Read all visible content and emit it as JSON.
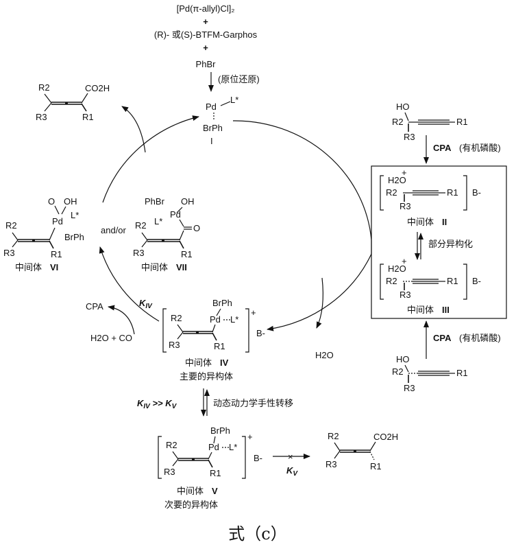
{
  "reagents": {
    "pd_source": "[Pd(π-allyl)Cl]₂",
    "plus1": "+",
    "ligand": "(R)- 或(S)-BTFM-Garphos",
    "plus2": "+",
    "aryl": "PhBr",
    "reduction_note": "(原位还原)"
  },
  "intermediate_I": {
    "pd": "Pd",
    "ligand": "L*",
    "brph": "BrPh",
    "label": "I"
  },
  "top_left_product": {
    "r2": "R2",
    "r3": "R3",
    "r1": "R1",
    "group": "CO2H"
  },
  "right_substrate_top": {
    "oh": "HO",
    "r2": "R2",
    "r3": "R3",
    "r1": "R1"
  },
  "cpa_top": {
    "bold": "CPA",
    "note": "(有机磷酸)"
  },
  "box": {
    "ii": {
      "ho": "H2O",
      "r2": "R2",
      "r3": "R3",
      "r1": "R1",
      "anion": "B-",
      "label_prefix": "中间体",
      "label_num": "II"
    },
    "isomerization": "部分异构化",
    "iii": {
      "ho": "H2O",
      "r2": "R2",
      "r3": "R3",
      "r1": "R1",
      "anion": "B-",
      "label_prefix": "中间体",
      "label_num": "III"
    }
  },
  "cpa_bottom": {
    "bold": "CPA",
    "note": "(有机磷酸)"
  },
  "right_substrate_bottom": {
    "oh": "HO",
    "r2": "R2",
    "r3": "R3",
    "r1": "R1"
  },
  "intermediate_VI": {
    "r2": "R2",
    "r3": "R3",
    "r1": "R1",
    "o": "O",
    "oh": "OH",
    "pd": "Pd",
    "ligand": "L*",
    "brph": "BrPh",
    "label_prefix": "中间体",
    "label_num": "VI"
  },
  "and_or": "and/or",
  "intermediate_VII": {
    "phbr": "PhBr",
    "oh": "OH",
    "pd": "Pd",
    "ligand": "L*",
    "o": "O",
    "r2": "R2",
    "r3": "R3",
    "r1": "R1",
    "label_prefix": "中间体",
    "label_num": "VII"
  },
  "k_iv": "KIV",
  "cpa_left": "CPA",
  "h2o_co": "H2O + CO",
  "h2o": "H2O",
  "intermediate_IV": {
    "brph": "BrPh",
    "pd": "Pd",
    "ligand": "L*",
    "r2": "R2",
    "r3": "R3",
    "r1": "R1",
    "charge": "+",
    "anion": "B-",
    "label_prefix": "中间体",
    "label_num": "IV",
    "note": "主要的异构体"
  },
  "dkr": {
    "ratio": "KIV >> KV",
    "note": "动态动力学手性转移"
  },
  "intermediate_V": {
    "brph": "BrPh",
    "pd": "Pd",
    "ligand": "L*",
    "r2": "R2",
    "r3": "R3",
    "r1": "R1",
    "charge": "+",
    "anion": "B-",
    "label_prefix": "中间体",
    "label_num": "V",
    "note": "次要的异构体"
  },
  "k_v": "KV",
  "bottom_product": {
    "r2": "R2",
    "r3": "R3",
    "r1": "R1",
    "group": "CO2H"
  },
  "caption": "式（c）"
}
